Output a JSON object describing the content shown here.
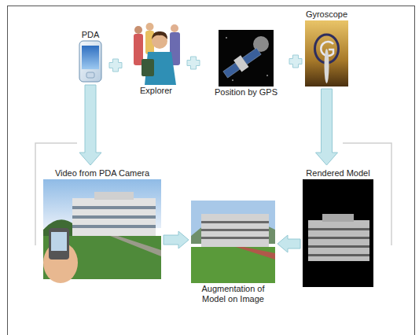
{
  "diagram": {
    "nodes": [
      {
        "text": [
          "PDA"
        ]
      },
      {
        "text": [
          "Explorer"
        ]
      },
      {
        "text": [
          "Position by GPS"
        ]
      },
      {
        "text": [
          "Gyroscope"
        ]
      },
      {
        "text": [
          "Video from PDA Camera"
        ]
      },
      {
        "text": [
          "Augmentation of Model on Image"
        ]
      },
      {
        "text": [
          "Rendered Model"
        ]
      }
    ],
    "edges": [
      {
        "from": 0,
        "to": 4,
        "arrow": "to"
      },
      {
        "from": 3,
        "to": 6,
        "arrow": "to"
      },
      {
        "from": 4,
        "to": 5,
        "arrow": "to"
      },
      {
        "from": 6,
        "to": 5,
        "arrow": "to"
      }
    ]
  }
}
